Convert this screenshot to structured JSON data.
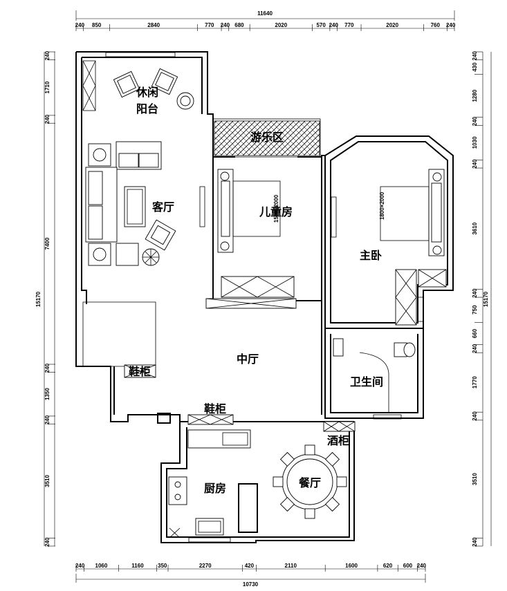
{
  "rooms": {
    "balcony_line1": "休闲",
    "balcony_line2": "阳台",
    "living": "客厅",
    "playroom": "游乐区",
    "kids": "儿童房",
    "master": "主卧",
    "hall": "中厅",
    "shoe1": "鞋柜",
    "shoe2": "鞋柜",
    "bath": "卫生间",
    "wine": "酒柜",
    "kitchen": "厨房",
    "dining": "餐厅"
  },
  "dims": {
    "top_total": "11640",
    "top_segments": [
      "240",
      "850",
      "2840",
      "770",
      "240",
      "680",
      "2020",
      "570",
      "240",
      "770",
      "2020",
      "760",
      "240"
    ],
    "bottom_total": "10730",
    "bottom_segments": [
      "240",
      "1060",
      "1160",
      "350",
      "2270",
      "420",
      "2110",
      "1600",
      "620",
      "600",
      "240"
    ],
    "left_total": "15170",
    "left_segments": [
      "240",
      "1710",
      "240",
      "7400",
      "240",
      "1350",
      "240",
      "3510",
      "240"
    ],
    "right_total": "15170",
    "right_segments": [
      "240",
      "430",
      "1280",
      "240",
      "1030",
      "240",
      "3610",
      "240",
      "750",
      "660",
      "240",
      "1770",
      "240",
      "3510",
      "240"
    ]
  },
  "bed_labels": {
    "kids_bed": "1500×2000",
    "master_bed": "1800×2000"
  }
}
